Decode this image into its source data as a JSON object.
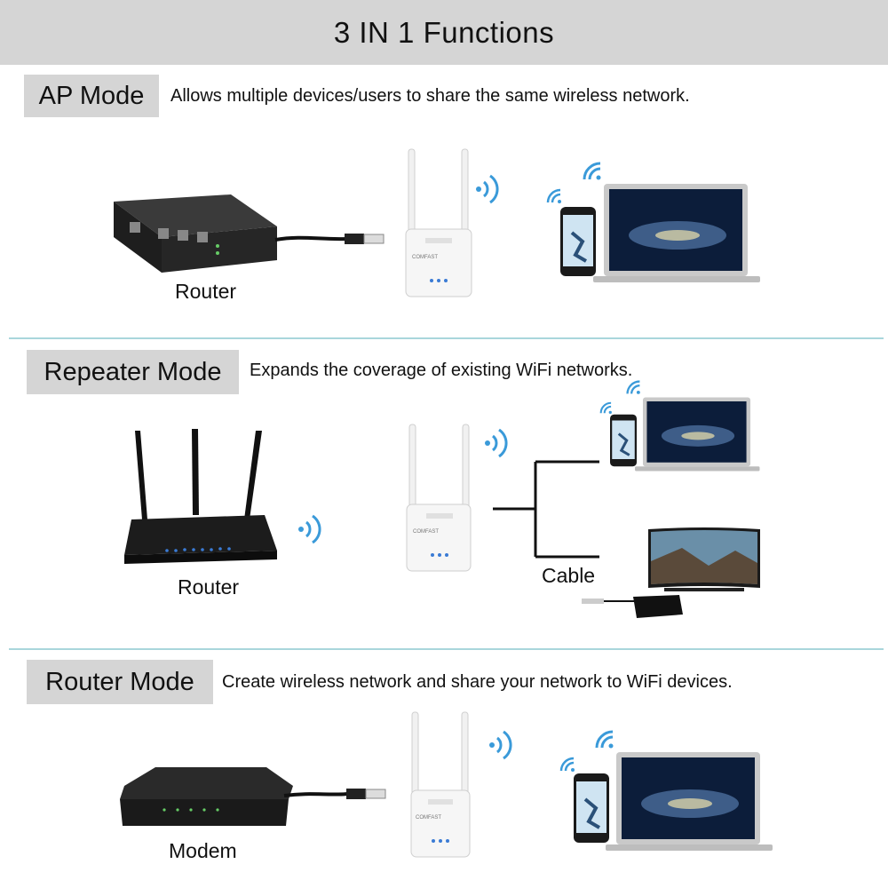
{
  "header": {
    "title": "3 IN 1 Functions"
  },
  "modes": [
    {
      "label": "AP Mode",
      "description": "Allows multiple devices/users to share the same wireless network.",
      "device_caption": "Router"
    },
    {
      "label": "Repeater Mode",
      "description": "Expands the coverage of existing WiFi networks.",
      "device_caption": "Router",
      "connection_caption": "Cable"
    },
    {
      "label": "Router Mode",
      "description": "Create wireless network and share your network to WiFi devices.",
      "device_caption": "Modem"
    }
  ],
  "extender": {
    "brand": "COMFAST"
  },
  "colors": {
    "header_bg": "#d5d5d5",
    "divider": "#a9d6dc",
    "wifi_signal": "#3a9ad9"
  }
}
